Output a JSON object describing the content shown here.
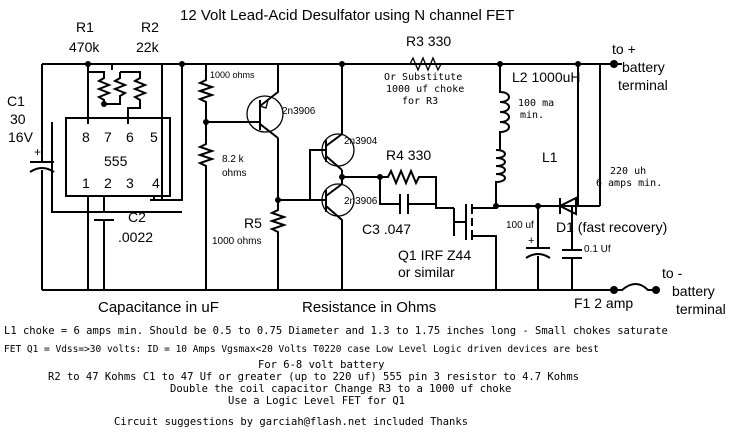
{
  "title": "12 Volt Lead-Acid Desulfator using N channel FET",
  "components": {
    "c1": {
      "name": "C1",
      "value1": "30",
      "value2": "16V",
      "plus": "+"
    },
    "r1": {
      "name": "R1",
      "value": "470k"
    },
    "r2": {
      "name": "R2",
      "value": "22k"
    },
    "ic": {
      "name": "555",
      "pins": [
        "8",
        "7",
        "6",
        "5",
        "1",
        "2",
        "3",
        "4"
      ]
    },
    "c2": {
      "name": "C2",
      "value": ".0022"
    },
    "r_1000": {
      "value": "1000 ohms"
    },
    "r_8k2": {
      "value1": "8.2 k",
      "value2": "ohms"
    },
    "r5": {
      "name": "R5",
      "value": "1000 ohms"
    },
    "q_top": {
      "name": "2n3906"
    },
    "q_3904": {
      "name": "2n3904"
    },
    "q_3906": {
      "name": "2n3906"
    },
    "r3": {
      "label": "R3  330",
      "note1": "Or Substitute",
      "note2": "1000 uf choke",
      "note3": "for R3"
    },
    "r4": {
      "label": "R4 330"
    },
    "c3": {
      "label": "C3 .047"
    },
    "q1": {
      "line1": "Q1 IRF Z44",
      "line2": "or similar"
    },
    "l2": {
      "label": "L2 1000uH",
      "note1": "100 ma",
      "note2": "min."
    },
    "l1": {
      "label": "L1",
      "note1": "220 uh",
      "note2": "6 amps min."
    },
    "c100": {
      "label": "100 uf",
      "plus": "+"
    },
    "d1": {
      "label": "D1 (fast recovery)"
    },
    "c01": {
      "label": "0.1 Uf"
    },
    "f1": {
      "label": "F1   2 amp"
    }
  },
  "terminals": {
    "pos": {
      "l1": "to +",
      "l2": "battery",
      "l3": "terminal"
    },
    "neg": {
      "l1": "to -",
      "l2": "battery",
      "l3": "terminal"
    }
  },
  "units": {
    "capacitance": "Capacitance in  uF",
    "resistance": "Resistance in Ohms"
  },
  "notes": {
    "n1": "L1 choke = 6 amps min. Should be 0.5 to 0.75 Diameter and 1.3 to 1.75 inches long - Small chokes saturate",
    "n2": "FET Q1 = Vdss=>30 volts: ID = 10 Amps Vgsmax<20 Volts T0220 case Low Level Logic driven devices are best",
    "n3": "For 6-8 volt battery",
    "n4": "R2 to 47 Kohms  C1 to 47 Uf or greater (up to 220 uf)     555 pin 3 resistor to 4.7 Kohms",
    "n5": "Double the coil capacitor    Change R3 to a 1000 uf choke",
    "n6": "Use a Logic Level FET for Q1",
    "n7": "Circuit suggestions by  garciah@flash.net included      Thanks"
  }
}
